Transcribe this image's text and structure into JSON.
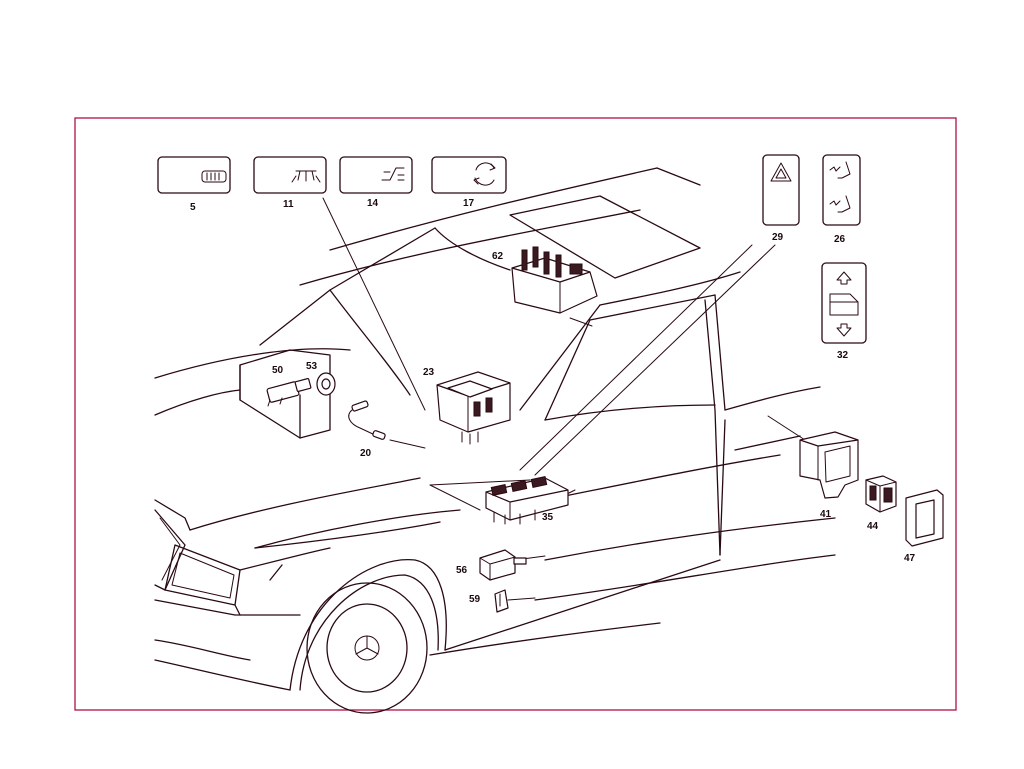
{
  "diagram": {
    "colors": {
      "frame": "#b0104a",
      "line": "#2a0a12"
    },
    "labels": {
      "p5": "5",
      "p11": "11",
      "p14": "14",
      "p17": "17",
      "p20": "20",
      "p23": "23",
      "p26": "26",
      "p29": "29",
      "p32": "32",
      "p35": "35",
      "p41": "41",
      "p44": "44",
      "p47": "47",
      "p50": "50",
      "p53": "53",
      "p56": "56",
      "p59": "59",
      "p62": "62"
    },
    "icons": {
      "p5": "rear-window-heater-icon",
      "p11": "interior-light-icon",
      "p14": "level-control-icon",
      "p17": "recirculation-icon",
      "p26": "seat-heater-icon",
      "p29": "hazard-warning-icon",
      "p32": "window-up-down-icon"
    }
  }
}
